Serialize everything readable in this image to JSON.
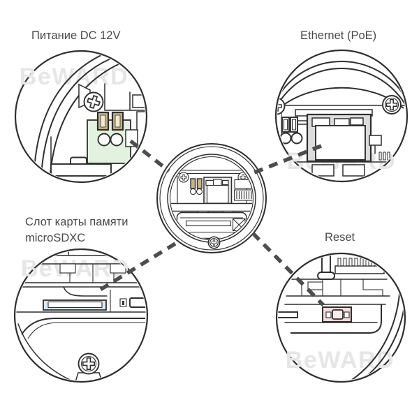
{
  "callouts": {
    "power": {
      "label": "Питание DC 12V",
      "position": "top-left",
      "highlight": "#e2f2df"
    },
    "ethernet": {
      "label": "Ethernet (PoE)",
      "position": "top-right",
      "highlight": "#dcdcdc"
    },
    "sd": {
      "label_line1": "Слот карты памяти",
      "label_line2": "microSDXC",
      "position": "bottom-left",
      "highlight": "#d9e9f6"
    },
    "reset": {
      "label": "Reset",
      "position": "bottom-right",
      "highlight": "#f6dada"
    }
  },
  "watermark": {
    "text": "BeWARD",
    "color": "#e6e6e6"
  },
  "colors": {
    "line": "#2e2e2e",
    "label_text": "#4a4a4a",
    "dash": "#4d4d4d",
    "green_highlight": "#e2f2df",
    "blue_highlight": "#d9e9f6",
    "pink_highlight": "#f6dada",
    "pink_inner": "#fbeceb",
    "gray_fill": "#dcdcdc",
    "tan_fill": "#c9b488",
    "tan_inner": "#f1e9d2"
  }
}
